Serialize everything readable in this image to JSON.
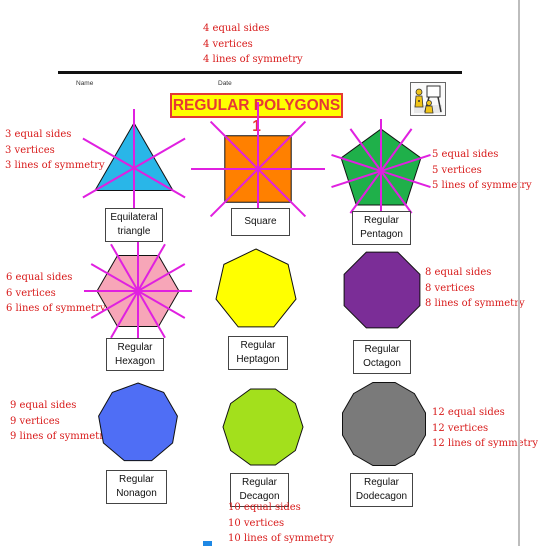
{
  "top_note": [
    "4 equal sides",
    "4 vertices",
    "4 lines of symmetry"
  ],
  "header": {
    "name_label": "Name",
    "date_label": "Date",
    "title": "REGULAR POLYGONS 1"
  },
  "logo_icon": "children-with-easel-icon",
  "colors": {
    "annotation_red": "#d81b1b",
    "symmetry_line": "#e020e0",
    "title_bg": "#ffff00",
    "title_text": "#e53935",
    "triangle": "#29b6e8",
    "square": "#ff8000",
    "pentagon": "#1fb04a",
    "hexagon": "#f7a6b8",
    "heptagon": "#ffff00",
    "octagon": "#7b2d97",
    "nonagon": "#4f6ef5",
    "decagon": "#a3e01c",
    "dodecagon": "#7a7a7a"
  },
  "shapes": [
    {
      "id": "triangle",
      "label": [
        "Equilateral",
        "triangle"
      ],
      "note": [
        "3 equal sides",
        "3 vertices",
        "3 lines of symmetry"
      ],
      "sides": 3,
      "lines_of_symmetry_drawn": 3
    },
    {
      "id": "square",
      "label": [
        "Square"
      ],
      "note": [],
      "sides": 4,
      "lines_of_symmetry_drawn": 4
    },
    {
      "id": "pentagon",
      "label": [
        "Regular",
        "Pentagon"
      ],
      "note": [
        "5 equal sides",
        "5 vertices",
        "5 lines of symmetry"
      ],
      "sides": 5,
      "lines_of_symmetry_drawn": 5
    },
    {
      "id": "hexagon",
      "label": [
        "Regular",
        "Hexagon"
      ],
      "note": [
        "6 equal sides",
        "6 vertices",
        "6 lines of symmetry"
      ],
      "sides": 6,
      "lines_of_symmetry_drawn": 6
    },
    {
      "id": "heptagon",
      "label": [
        "Regular",
        "Heptagon"
      ],
      "note": [],
      "sides": 7,
      "lines_of_symmetry_drawn": 0
    },
    {
      "id": "octagon",
      "label": [
        "Regular",
        "Octagon"
      ],
      "note": [
        "8 equal sides",
        "8 vertices",
        "8 lines of symmetry"
      ],
      "sides": 8,
      "lines_of_symmetry_drawn": 0
    },
    {
      "id": "nonagon",
      "label": [
        "Regular",
        "Nonagon"
      ],
      "note": [
        "9 equal sides",
        "9 vertices",
        "9 lines of symmetry"
      ],
      "sides": 9,
      "lines_of_symmetry_drawn": 0
    },
    {
      "id": "decagon",
      "label": [
        "Regular",
        "Decagon"
      ],
      "note": [
        "10 equal sides",
        "10 vertices",
        "10 lines of symmetry"
      ],
      "sides": 10,
      "lines_of_symmetry_drawn": 0
    },
    {
      "id": "dodecagon",
      "label": [
        "Regular",
        "Dodecagon"
      ],
      "note": [
        "12 equal sides",
        "12 vertices",
        "12 lines of symmetry"
      ],
      "sides": 12,
      "lines_of_symmetry_drawn": 0
    }
  ]
}
